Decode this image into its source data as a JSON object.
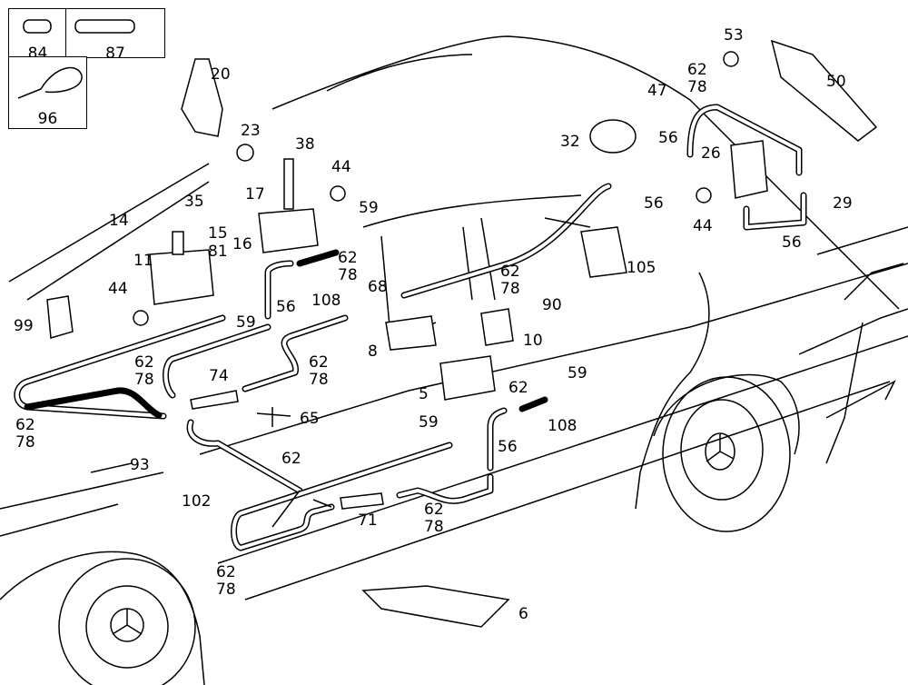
{
  "diagram": {
    "type": "exploded-parts-diagram",
    "subject": "vehicle central locking vacuum system",
    "colors": {
      "line": "#000000",
      "background": "#ffffff"
    },
    "inset_parts": [
      {
        "id": "84",
        "icon": "short-tube-icon"
      },
      {
        "id": "87",
        "icon": "long-tube-icon"
      },
      {
        "id": "96",
        "icon": "cable-tie-icon"
      }
    ],
    "callouts": [
      {
        "key": "p20",
        "text": "20"
      },
      {
        "key": "p23",
        "text": "23"
      },
      {
        "key": "p38",
        "text": "38"
      },
      {
        "key": "p44a",
        "text": "44"
      },
      {
        "key": "p17",
        "text": "17"
      },
      {
        "key": "p59a",
        "text": "59"
      },
      {
        "key": "p14",
        "text": "14"
      },
      {
        "key": "p35",
        "text": "35"
      },
      {
        "key": "p15",
        "text": "15"
      },
      {
        "key": "p81",
        "text": "81"
      },
      {
        "key": "p16",
        "text": "16"
      },
      {
        "key": "p11",
        "text": "11"
      },
      {
        "key": "p44b",
        "text": "44"
      },
      {
        "key": "p62_78a",
        "text": "62\n78"
      },
      {
        "key": "p108a",
        "text": "108"
      },
      {
        "key": "p56a",
        "text": "56"
      },
      {
        "key": "p59b",
        "text": "59"
      },
      {
        "key": "p99",
        "text": "99"
      },
      {
        "key": "p68",
        "text": "68"
      },
      {
        "key": "p62_78b",
        "text": "62\n78"
      },
      {
        "key": "p62_78c",
        "text": "62\n78"
      },
      {
        "key": "p62_78d",
        "text": "62\n78"
      },
      {
        "key": "p74",
        "text": "74"
      },
      {
        "key": "p8",
        "text": "8"
      },
      {
        "key": "p65",
        "text": "65"
      },
      {
        "key": "p5",
        "text": "5"
      },
      {
        "key": "p93",
        "text": "93"
      },
      {
        "key": "p62a",
        "text": "62"
      },
      {
        "key": "p102",
        "text": "102"
      },
      {
        "key": "p71",
        "text": "71"
      },
      {
        "key": "p62_78e",
        "text": "62\n78"
      },
      {
        "key": "p62_78f",
        "text": "62\n78"
      },
      {
        "key": "p6",
        "text": "6"
      },
      {
        "key": "p59c",
        "text": "59"
      },
      {
        "key": "p56b",
        "text": "56"
      },
      {
        "key": "p62b",
        "text": "62"
      },
      {
        "key": "p59d",
        "text": "59"
      },
      {
        "key": "p108b",
        "text": "108"
      },
      {
        "key": "p10",
        "text": "10"
      },
      {
        "key": "p62_78g",
        "text": "62\n78"
      },
      {
        "key": "p90",
        "text": "90"
      },
      {
        "key": "p105",
        "text": "105"
      },
      {
        "key": "p32",
        "text": "32"
      },
      {
        "key": "p47",
        "text": "47"
      },
      {
        "key": "p56c",
        "text": "56"
      },
      {
        "key": "p56d",
        "text": "56"
      },
      {
        "key": "p62_78h",
        "text": "62\n78"
      },
      {
        "key": "p53",
        "text": "53"
      },
      {
        "key": "p50",
        "text": "50"
      },
      {
        "key": "p26",
        "text": "26"
      },
      {
        "key": "p44c",
        "text": "44"
      },
      {
        "key": "p29",
        "text": "29"
      },
      {
        "key": "p56e",
        "text": "56"
      }
    ]
  }
}
